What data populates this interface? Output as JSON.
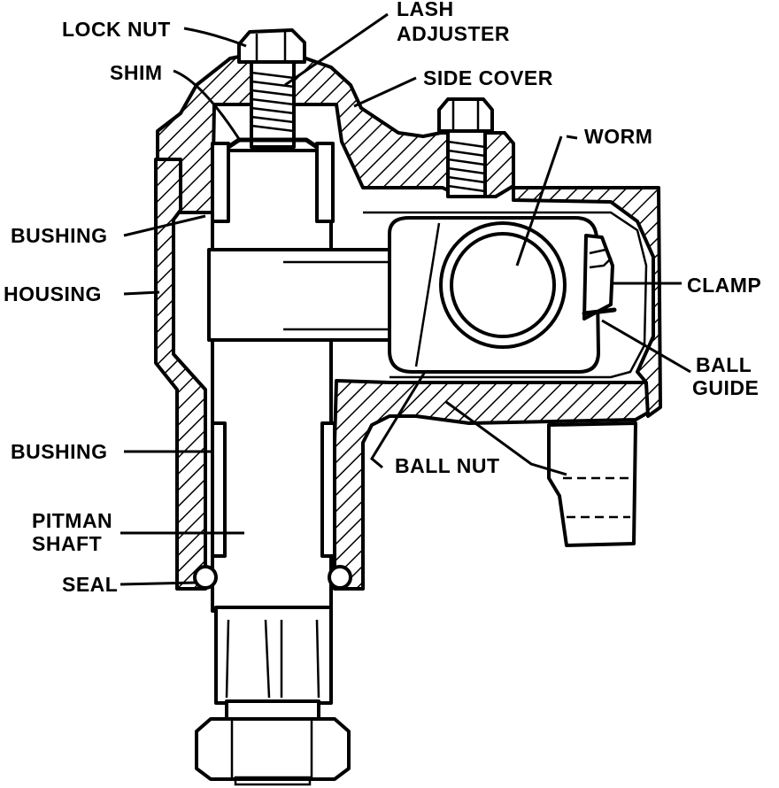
{
  "diagram": {
    "labels": {
      "lock_nut": "LOCK NUT",
      "lash_adjuster_line1": "LASH",
      "lash_adjuster_line2": "ADJUSTER",
      "shim": "SHIM",
      "side_cover": "SIDE COVER",
      "worm": "WORM",
      "bushing_upper": "BUSHING",
      "housing": "HOUSING",
      "clamp": "CLAMP",
      "ball_guide_line1": "BALL",
      "ball_guide_line2": "GUIDE",
      "bushing_lower": "BUSHING",
      "ball_nut": "BALL NUT",
      "pitman_shaft_line1": "PITMAN",
      "pitman_shaft_line2": "SHAFT",
      "seal": "SEAL"
    },
    "colors": {
      "ink": "#000000",
      "paper": "#ffffff"
    }
  }
}
